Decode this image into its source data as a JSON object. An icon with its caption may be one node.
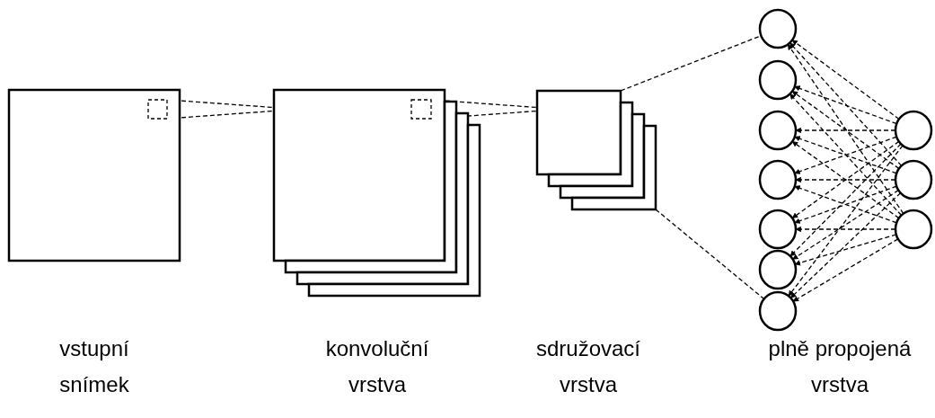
{
  "diagram": {
    "nodes": [
      {
        "text": [],
        "shape": "box"
      },
      {
        "text": [],
        "shape": "box",
        "in": 0
      },
      {
        "text": [],
        "shape": "box"
      },
      {
        "text": [],
        "shape": "box",
        "in": 2
      },
      {
        "text": [],
        "shape": "box"
      },
      {
        "text": [],
        "shape": "circle"
      },
      {
        "text": [],
        "shape": "circle"
      },
      {
        "text": [],
        "shape": "circle"
      },
      {
        "text": [],
        "shape": "circle"
      },
      {
        "text": [],
        "shape": "circle"
      },
      {
        "text": [],
        "shape": "circle"
      },
      {
        "text": [],
        "shape": "circle"
      },
      {
        "text": [],
        "shape": "circle"
      },
      {
        "text": [],
        "shape": "circle"
      },
      {
        "text": [],
        "shape": "circle"
      }
    ],
    "edges": [
      {
        "from": 1,
        "to": 2,
        "arrow": "none",
        "style": "dashed"
      },
      {
        "from": 1,
        "to": 2,
        "arrow": "none",
        "style": "dashed"
      },
      {
        "from": 3,
        "to": 4,
        "arrow": "none",
        "style": "dashed"
      },
      {
        "from": 3,
        "to": 4,
        "arrow": "none",
        "style": "dashed"
      },
      {
        "from": 4,
        "to": 5,
        "arrow": "none",
        "style": "dashed"
      },
      {
        "from": 4,
        "to": 11,
        "arrow": "none",
        "style": "dashed"
      },
      {
        "from": 12,
        "to": 5,
        "arrow": "to",
        "style": "dashed"
      },
      {
        "from": 12,
        "to": 6,
        "arrow": "to",
        "style": "dashed"
      },
      {
        "from": 12,
        "to": 7,
        "arrow": "to",
        "style": "dashed"
      },
      {
        "from": 12,
        "to": 8,
        "arrow": "to",
        "style": "dashed"
      },
      {
        "from": 12,
        "to": 9,
        "arrow": "to",
        "style": "dashed"
      },
      {
        "from": 12,
        "to": 10,
        "arrow": "to",
        "style": "dashed"
      },
      {
        "from": 12,
        "to": 11,
        "arrow": "to",
        "style": "dashed"
      },
      {
        "from": 13,
        "to": 5,
        "arrow": "to",
        "style": "dashed"
      },
      {
        "from": 13,
        "to": 6,
        "arrow": "to",
        "style": "dashed"
      },
      {
        "from": 13,
        "to": 7,
        "arrow": "to",
        "style": "dashed"
      },
      {
        "from": 13,
        "to": 8,
        "arrow": "to",
        "style": "dashed"
      },
      {
        "from": 13,
        "to": 9,
        "arrow": "to",
        "style": "dashed"
      },
      {
        "from": 13,
        "to": 10,
        "arrow": "to",
        "style": "dashed"
      },
      {
        "from": 13,
        "to": 11,
        "arrow": "to",
        "style": "dashed"
      },
      {
        "from": 14,
        "to": 5,
        "arrow": "to",
        "style": "dashed"
      },
      {
        "from": 14,
        "to": 6,
        "arrow": "to",
        "style": "dashed"
      },
      {
        "from": 14,
        "to": 7,
        "arrow": "to",
        "style": "dashed"
      },
      {
        "from": 14,
        "to": 8,
        "arrow": "to",
        "style": "dashed"
      },
      {
        "from": 14,
        "to": 9,
        "arrow": "to",
        "style": "dashed"
      },
      {
        "from": 14,
        "to": 10,
        "arrow": "to",
        "style": "dashed"
      },
      {
        "from": 14,
        "to": 11,
        "arrow": "to",
        "style": "dashed"
      }
    ],
    "labels": [
      "vstupní snímek",
      "konvoluční vrstva",
      "sdružovací vrstva",
      "plně propojená vrstva"
    ]
  }
}
